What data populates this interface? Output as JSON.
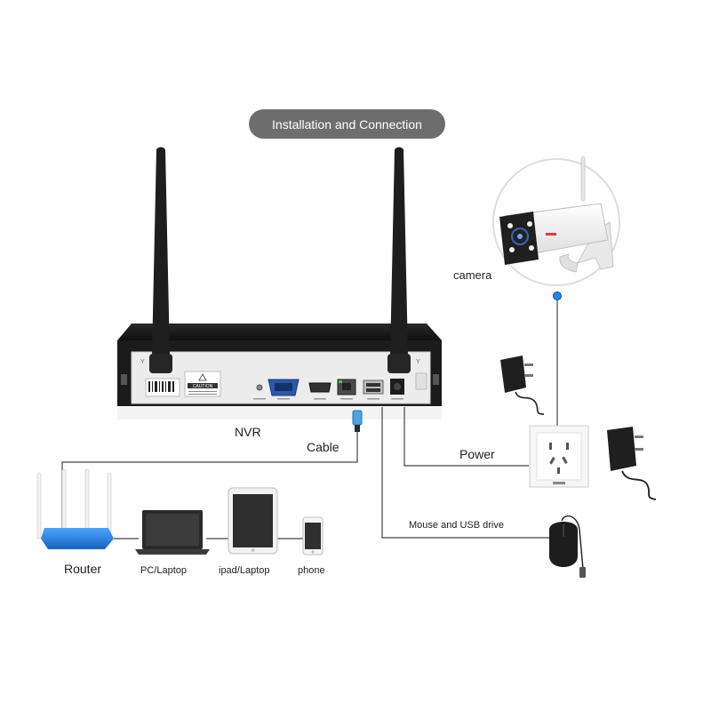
{
  "title": "Installation and Connection",
  "labels": {
    "nvr": "NVR",
    "cable": "Cable",
    "power": "Power",
    "camera": "camera",
    "router": "Router",
    "pc_laptop": "PC/Laptop",
    "ipad_laptop": "ipad/Laptop",
    "phone": "phone",
    "mouse_usb": "Mouse and USB drive"
  },
  "nvr_panel": {
    "caution": "CAUTION"
  },
  "colors": {
    "title_bg": "#6d6d6d",
    "line": "#444444",
    "camera_link": "#1e88e5",
    "router": "#1e7fe0",
    "nvr_body": "#1b1b1b"
  }
}
